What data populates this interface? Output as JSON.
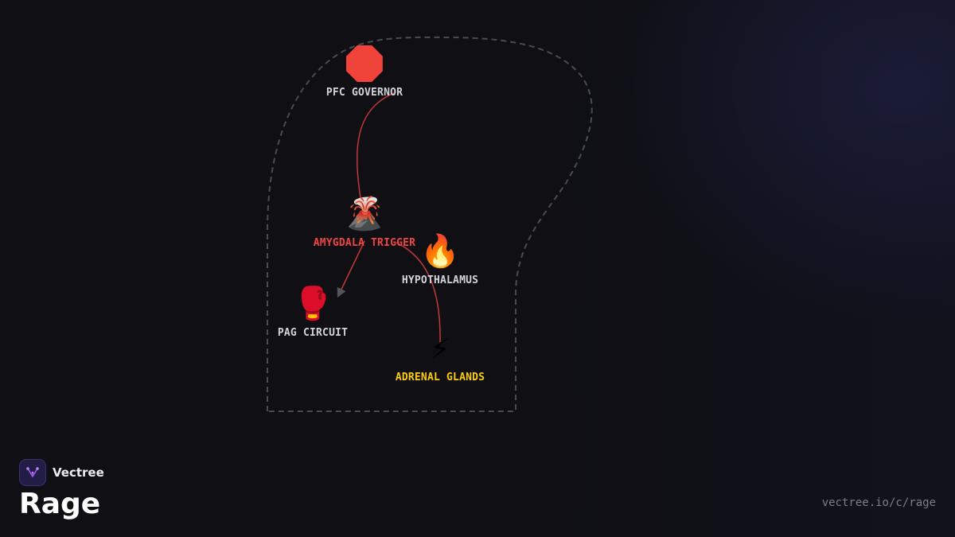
{
  "diagram": {
    "nodes": [
      {
        "id": "pfc",
        "label": "PFC GOVERNOR",
        "icon": "stop-sign-icon",
        "label_color": "#d4d4dc"
      },
      {
        "id": "amygdala",
        "label": "AMYGDALA TRIGGER",
        "icon": "volcano-icon",
        "glyph": "🌋",
        "label_color": "#ef4444"
      },
      {
        "id": "hypothalamus",
        "label": "HYPOTHALAMUS",
        "icon": "fire-icon",
        "glyph": "🔥",
        "label_color": "#d4d4dc"
      },
      {
        "id": "pag",
        "label": "PAG CIRCUIT",
        "icon": "boxing-glove-icon",
        "glyph": "🥊",
        "label_color": "#d4d4dc"
      },
      {
        "id": "adrenal",
        "label": "ADRENAL GLANDS",
        "icon": "lightning-icon",
        "glyph": "⚡",
        "label_color": "#facc15"
      }
    ],
    "edges": [
      {
        "from": "pfc",
        "to": "amygdala",
        "color": "#c0393a"
      },
      {
        "from": "amygdala",
        "to": "pag",
        "color": "#c0393a",
        "arrow": true
      },
      {
        "from": "amygdala",
        "to": "adrenal",
        "color": "#c0393a"
      }
    ],
    "boundary_color": "#4a4a52"
  },
  "footer": {
    "brand_name": "Vectree",
    "title": "Rage",
    "url": "vectree.io/c/rage"
  },
  "colors": {
    "background": "#0f0f14",
    "accent": "#a855f7"
  }
}
